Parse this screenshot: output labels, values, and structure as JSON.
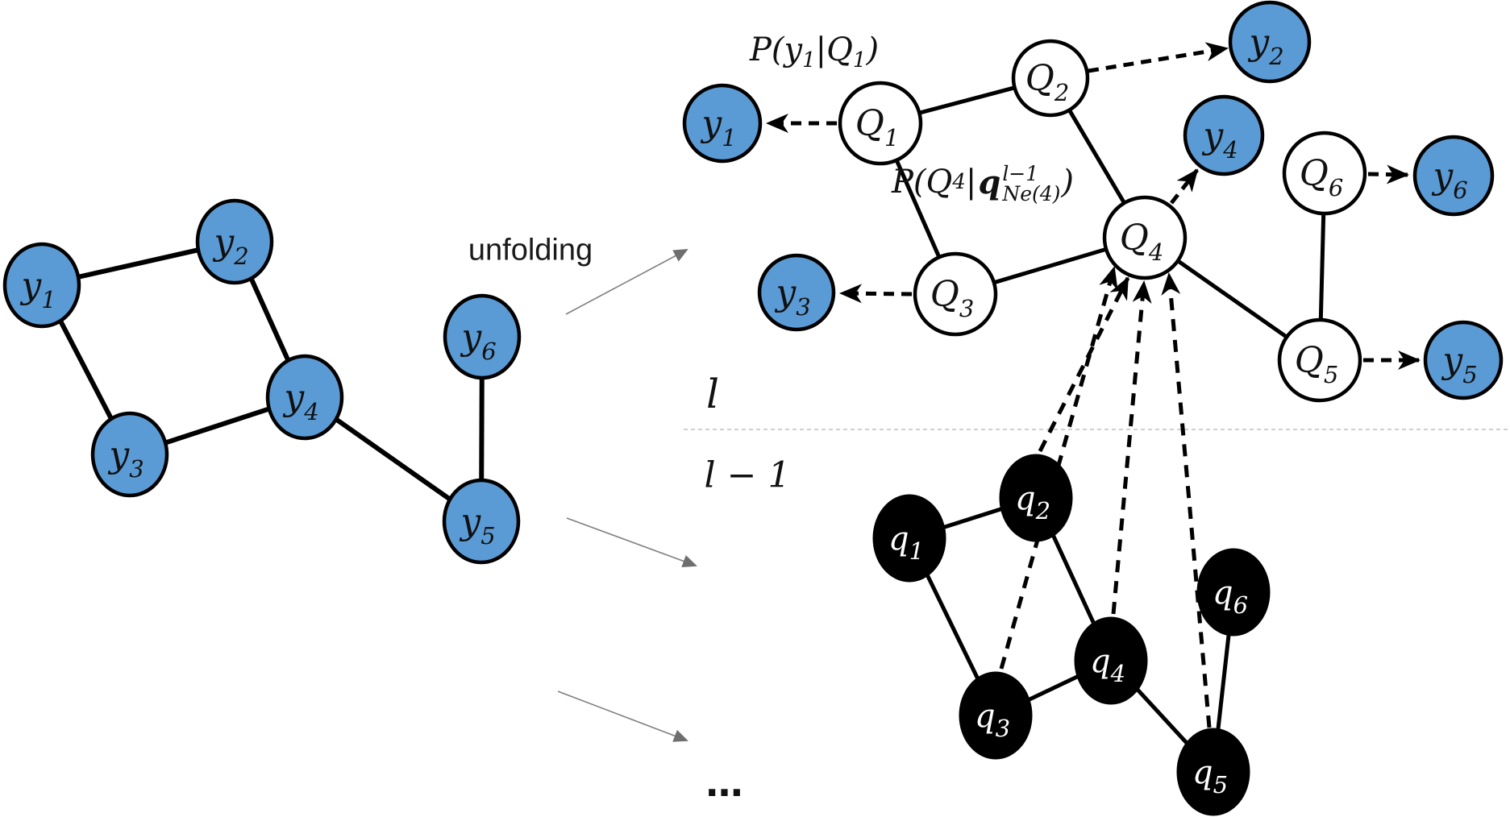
{
  "figure": {
    "unfolding_label": "unfolding",
    "layer_label_l": "l",
    "layer_label_l_minus_1": "l − 1",
    "ellipsis": "…"
  },
  "formulas": {
    "p_y1": {
      "prefix": "P(y",
      "sub1": "1",
      "mid": "|Q",
      "sub2": "1",
      "close": ")"
    },
    "p_q4": {
      "prefix": "P(Q",
      "sub1": "4",
      "bar": "|",
      "q": "q",
      "sup": "l−1",
      "sub": "Ne(4)",
      "close": ")"
    }
  },
  "nodes": {
    "y1": {
      "base": "y",
      "sub": "1"
    },
    "y2": {
      "base": "y",
      "sub": "2"
    },
    "y3": {
      "base": "y",
      "sub": "3"
    },
    "y4": {
      "base": "y",
      "sub": "4"
    },
    "y5": {
      "base": "y",
      "sub": "5"
    },
    "y6": {
      "base": "y",
      "sub": "6"
    },
    "Q1": {
      "base": "Q",
      "sub": "1"
    },
    "Q2": {
      "base": "Q",
      "sub": "2"
    },
    "Q3": {
      "base": "Q",
      "sub": "3"
    },
    "Q4": {
      "base": "Q",
      "sub": "4"
    },
    "Q5": {
      "base": "Q",
      "sub": "5"
    },
    "Q6": {
      "base": "Q",
      "sub": "6"
    },
    "q1": {
      "base": "q",
      "sub": "1"
    },
    "q2": {
      "base": "q",
      "sub": "2"
    },
    "q3": {
      "base": "q",
      "sub": "3"
    },
    "q4": {
      "base": "q",
      "sub": "4"
    },
    "q5": {
      "base": "q",
      "sub": "5"
    },
    "q6": {
      "base": "q",
      "sub": "6"
    }
  },
  "colors": {
    "node_fill_blue": "#5B9BD5",
    "node_fill_white": "#FFFFFF",
    "node_fill_black": "#000000",
    "edge_black": "#000000",
    "arrow_gray": "#7F7F7F",
    "divider_gray": "#BFBFBF"
  }
}
